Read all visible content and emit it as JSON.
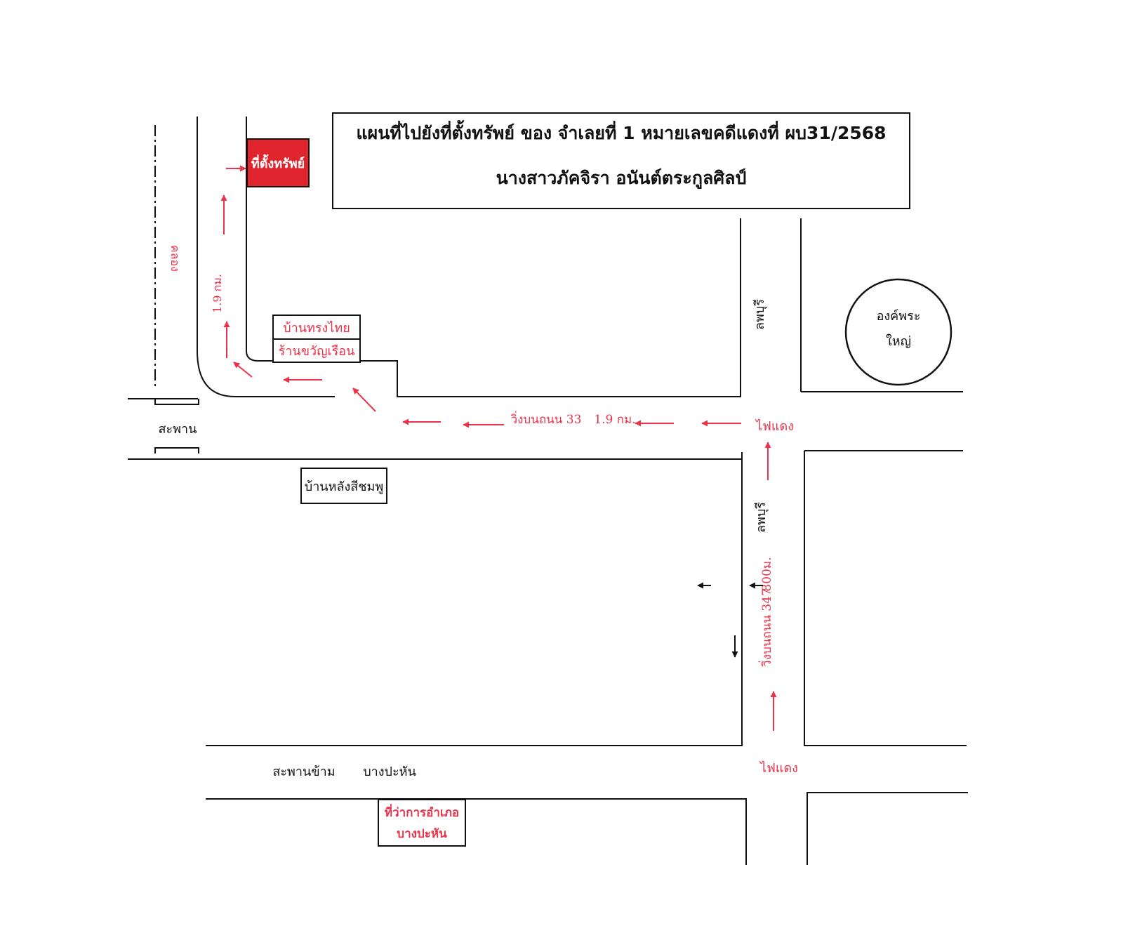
{
  "title": {
    "line1": "แผนที่ไปยังที่ตั้งทรัพย์ ของ จำเลยที่ 1 หมายเลขคดีแดงที่ ผบ31/2568",
    "line2": "นางสาวภัคจิรา อนันต์ตระกูลศิลป์"
  },
  "labels": {
    "property": "ที่ตั้งทรัพย์",
    "canal": "คลอง",
    "distance_north": "1.9 กม.",
    "house_thai": "บ้านทรงไทย",
    "shop_khwan": "ร้านขวัญเรือน",
    "bridge": "สะพาน",
    "run_road33": "วิ่งบนถนน 33",
    "distance_33": "1.9 กม.",
    "traffic_light_top": "ไฟแดง",
    "lopburi_top": "ลพบุรี",
    "lopburi_bottom": "ลพบุรี",
    "monument_line1": "องค์พระ",
    "monument_line2": "ใหญ่",
    "pink_house": "บ้านหลังสีชมพู",
    "run_road347": "วิ่งบนถนน 347",
    "distance_347": "800ม.",
    "bridge_cross": "สะพานข้าม",
    "bang_pahan": "บางปะหัน",
    "traffic_light_bottom": "ไฟแดง",
    "district_office_line1": "ที่ว่าการอำเภอ",
    "district_office_line2": "บางปะหัน"
  },
  "colors": {
    "route": "#e8334a",
    "property_fill": "#e0252f",
    "line": "#111111"
  }
}
